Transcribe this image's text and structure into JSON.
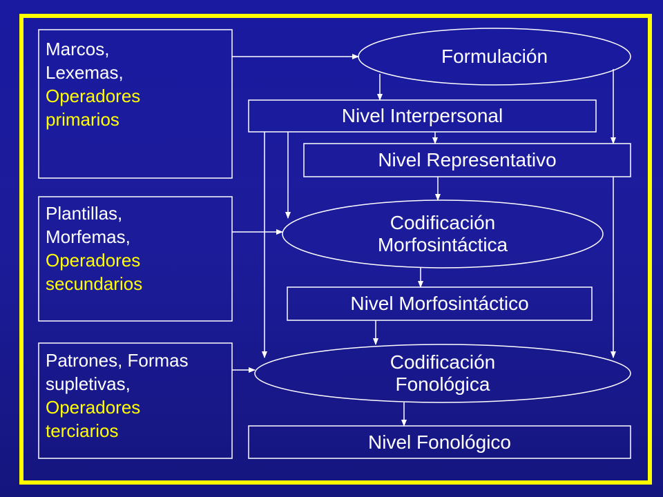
{
  "left_boxes": [
    {
      "white_lines": [
        "Marcos,",
        "Lexemas,"
      ],
      "yellow_lines": [
        "Operadores",
        "primarios"
      ]
    },
    {
      "white_lines": [
        "Plantillas,",
        "Morfemas,"
      ],
      "yellow_lines": [
        "Operadores",
        "secundarios"
      ]
    },
    {
      "white_lines": [
        "Patrones, Formas",
        "supletivas,"
      ],
      "yellow_lines": [
        "Operadores",
        "terciarios"
      ]
    }
  ],
  "nodes": {
    "formulacion": "Formulación",
    "nivel_interpersonal": "Nivel Interpersonal",
    "nivel_representativo": "Nivel Representativo",
    "cod_morfo_1": "Codificación",
    "cod_morfo_2": "Morfosintáctica",
    "nivel_morfosintactico": "Nivel Morfosintáctico",
    "cod_fono_1": "Codificación",
    "cod_fono_2": "Fonológica",
    "nivel_fonologico": "Nivel Fonológico"
  },
  "colors": {
    "frame": "#ffff00",
    "text": "#ffffff",
    "highlight": "#ffff00",
    "background": "#1a1a9a"
  }
}
